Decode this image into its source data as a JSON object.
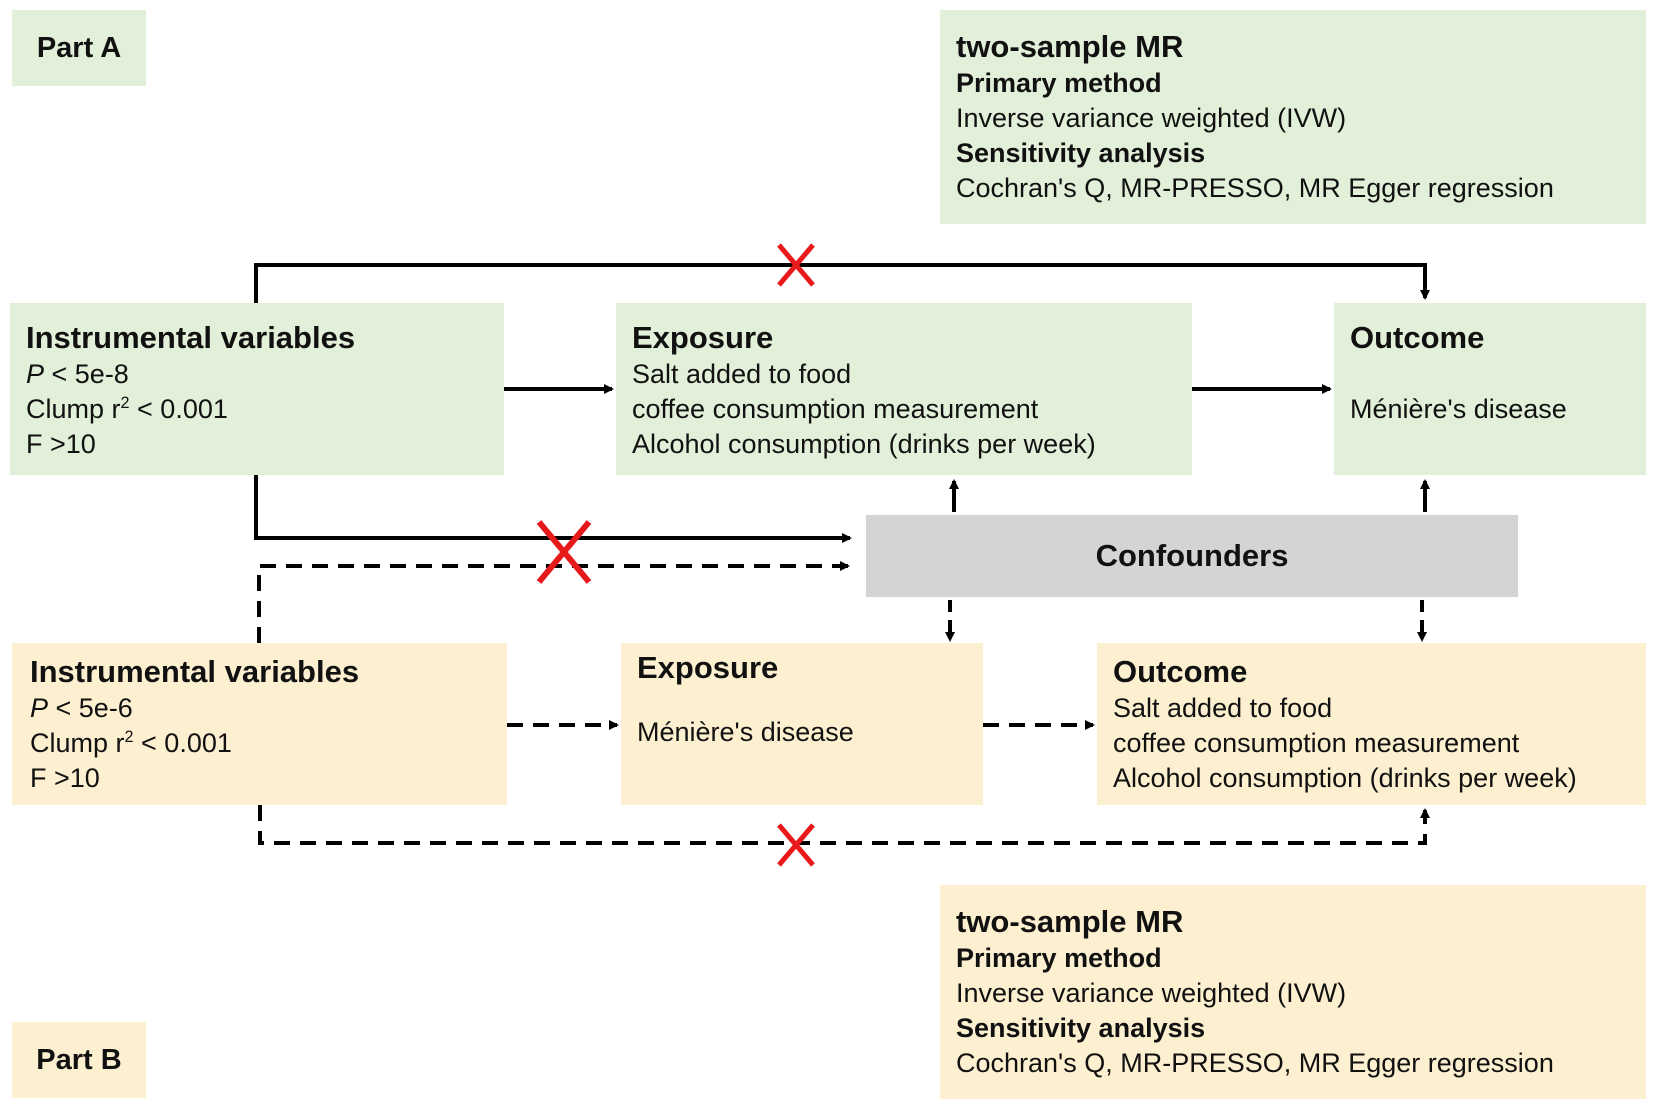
{
  "part_a": {
    "label": "Part A",
    "method_box": {
      "title": "two-sample MR",
      "primary_heading": "Primary method",
      "primary_value": "Inverse variance weighted (IVW)",
      "sensitivity_heading": "Sensitivity analysis",
      "sensitivity_value": "Cochran's Q, MR-PRESSO, MR Egger regression"
    },
    "iv_box": {
      "title": "Instrumental variables",
      "p_symbol": "P",
      "p_rest": " < 5e-8",
      "clump_prefix": "Clump r",
      "clump_sup": "2",
      "clump_rest": " < 0.001",
      "f_line": "F >10"
    },
    "exposure_box": {
      "title": "Exposure",
      "items": [
        "Salt added to food",
        "coffee consumption measurement",
        "Alcohol consumption (drinks per week)"
      ]
    },
    "outcome_box": {
      "title": "Outcome",
      "items": [
        "Ménière's disease"
      ]
    }
  },
  "confounders": {
    "label": "Confounders"
  },
  "part_b": {
    "label": "Part B",
    "method_box": {
      "title": "two-sample MR",
      "primary_heading": "Primary method",
      "primary_value": "Inverse variance weighted (IVW)",
      "sensitivity_heading": "Sensitivity analysis",
      "sensitivity_value": "Cochran's Q, MR-PRESSO, MR Egger regression"
    },
    "iv_box": {
      "title": "Instrumental variables",
      "p_symbol": "P",
      "p_rest": " < 5e-6",
      "clump_prefix": "Clump r",
      "clump_sup": "2",
      "clump_rest": " < 0.001",
      "f_line": "F >10"
    },
    "exposure_box": {
      "title": "Exposure",
      "items": [
        "Ménière's disease"
      ]
    },
    "outcome_box": {
      "title": "Outcome",
      "items": [
        "Salt added to food",
        "coffee consumption measurement",
        "Alcohol consumption (drinks per week)"
      ]
    }
  },
  "colors": {
    "part_a_fill": "#e2efd9",
    "part_b_fill": "#fdf0d0",
    "confounder_fill": "#d4d4d4",
    "arrow": "#000000",
    "blocked_mark": "#e8191b"
  }
}
